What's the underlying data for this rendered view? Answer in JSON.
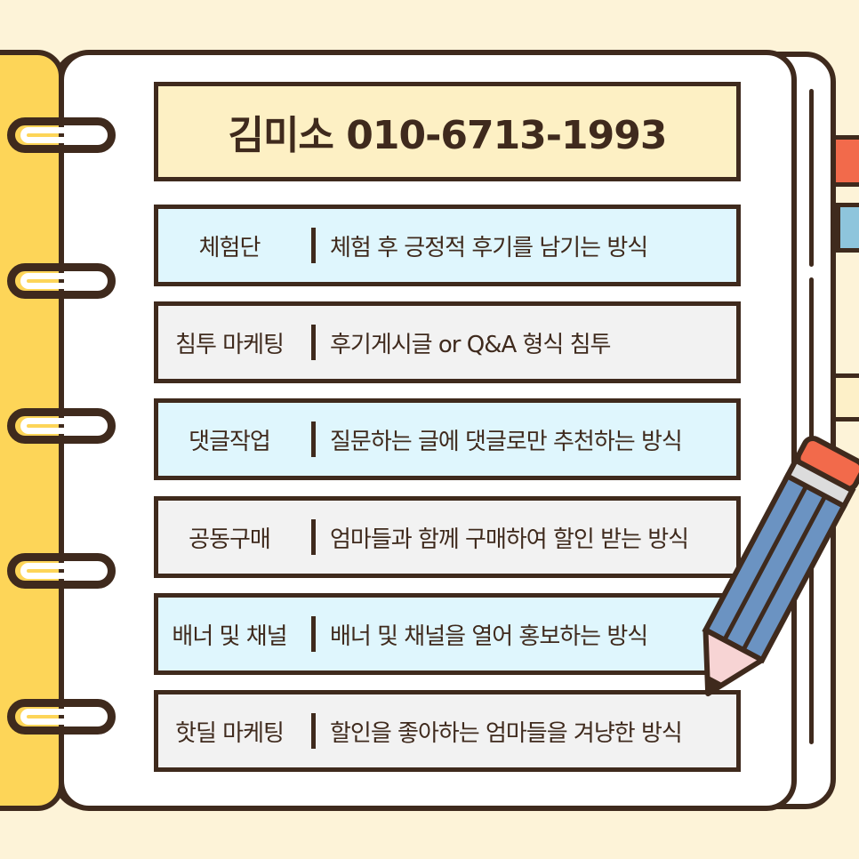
{
  "header": {
    "title": "김미소 010-6713-1993"
  },
  "methods": [
    {
      "label": "체험단",
      "description": "체험 후 긍정적 후기를 남기는 방식"
    },
    {
      "label": "침투 마케팅",
      "description": "후기게시글 or Q&A 형식 침투"
    },
    {
      "label": "댓글작업",
      "description": "질문하는 글에 댓글로만 추천하는 방식"
    },
    {
      "label": "공동구매",
      "description": "엄마들과 함께 구매하여 할인 받는 방식"
    },
    {
      "label": "배너 및 채널",
      "description": "배너 및 채널을 열어 홍보하는 방식"
    },
    {
      "label": "핫딜 마케팅",
      "description": "할인을 좋아하는 엄마들을 겨냥한 방식"
    }
  ],
  "colors": {
    "background": "#fdf3d8",
    "outline": "#3f2a1d",
    "cover": "#fdd558",
    "title_box": "#fdf0c4",
    "row_blue": "#dff6fd",
    "row_gray": "#f2f2f2",
    "tab_red": "#f26a4b",
    "tab_blue": "#8ec5dc",
    "pencil_body": "#6b93c2"
  },
  "icons": {
    "binder_rings": "ring-icon",
    "pencil": "pencil-icon"
  }
}
